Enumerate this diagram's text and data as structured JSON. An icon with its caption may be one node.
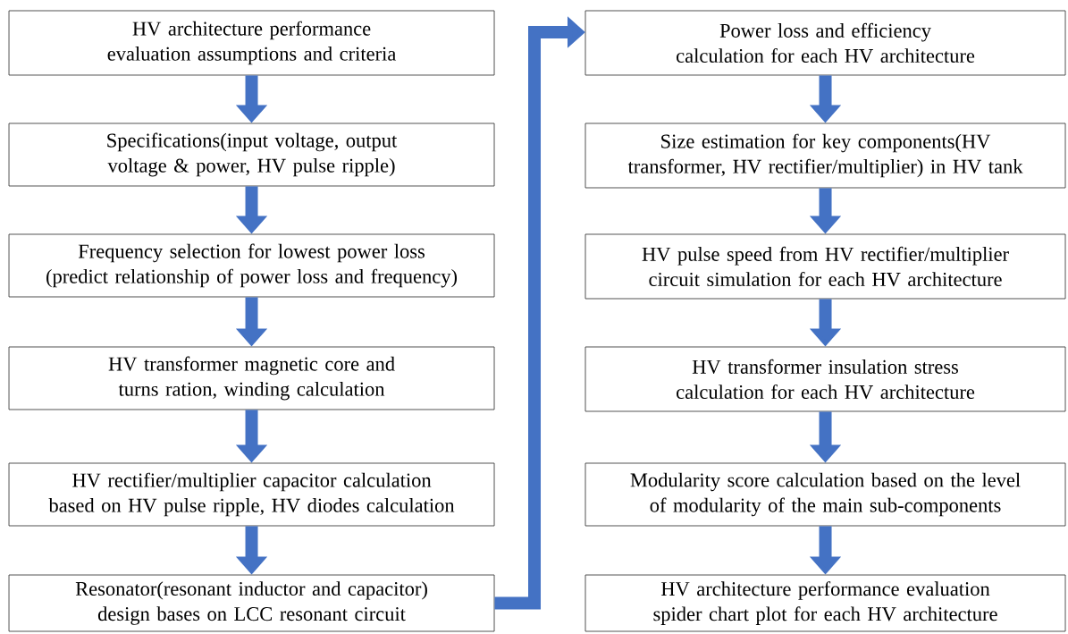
{
  "diagram": {
    "nodes": [
      {
        "text": [
          "HV architecture performance evaluation assumptions and criteria"
        ]
      },
      {
        "text": [
          "Specifications(input voltage, output voltage & power, HV pulse ripple)"
        ]
      },
      {
        "text": [
          "Frequency selection for lowest power loss (predict relationship of power loss and frequency)"
        ]
      },
      {
        "text": [
          "HV transformer magnetic core and turns ration, winding calculation"
        ]
      },
      {
        "text": [
          "HV rectifier/multiplier capacitor calculation based on HV pulse ripple, HV diodes calculation"
        ]
      },
      {
        "text": [
          "Resonator(resonant inductor and capacitor) design bases on LCC resonant circuit"
        ]
      },
      {
        "text": [
          "Power loss and efficiency calculation for each HV architecture"
        ]
      },
      {
        "text": [
          "Size estimation for key components(HV transformer, HV rectifier/multiplier) in HV tank"
        ]
      },
      {
        "text": [
          "HV pulse speed from HV rectifier/multiplier circuit simulation for each HV architecture"
        ]
      },
      {
        "text": [
          "HV transformer insulation stress calculation for each HV architecture"
        ]
      },
      {
        "text": [
          "Modularity score calculation based on the level of modularity of the main sub-components"
        ]
      },
      {
        "text": [
          "HV architecture performance evaluation spider chart plot for each HV architecture"
        ]
      }
    ],
    "edges": [
      {
        "from": 0,
        "to": 1,
        "arrow": "to"
      },
      {
        "from": 1,
        "to": 2,
        "arrow": "to"
      },
      {
        "from": 2,
        "to": 3,
        "arrow": "to"
      },
      {
        "from": 3,
        "to": 4,
        "arrow": "to"
      },
      {
        "from": 4,
        "to": 5,
        "arrow": "to"
      },
      {
        "from": 5,
        "to": 6,
        "arrow": "to"
      },
      {
        "from": 6,
        "to": 7,
        "arrow": "to"
      },
      {
        "from": 7,
        "to": 8,
        "arrow": "to"
      },
      {
        "from": 8,
        "to": 9,
        "arrow": "to"
      },
      {
        "from": 9,
        "to": 10,
        "arrow": "to"
      },
      {
        "from": 10,
        "to": 11,
        "arrow": "to"
      }
    ]
  }
}
